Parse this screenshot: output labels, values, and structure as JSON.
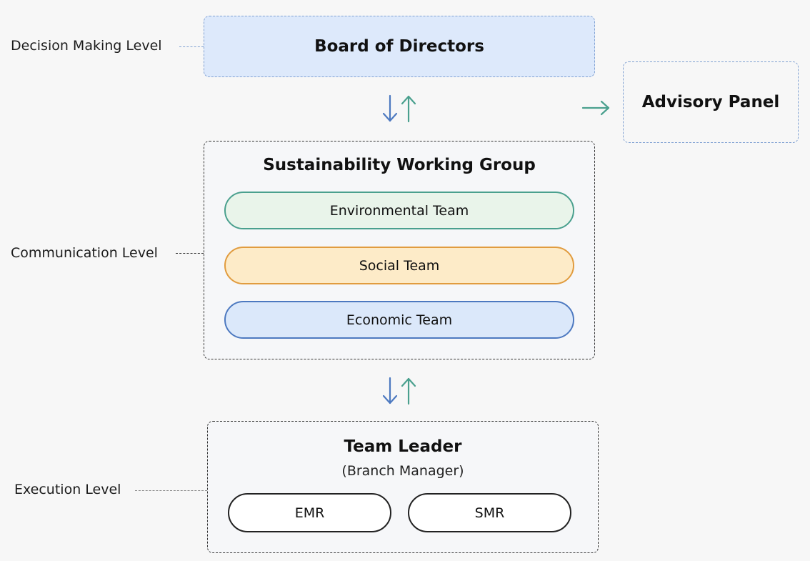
{
  "levels": {
    "decision": "Decision Making Level",
    "communication": "Communication Level",
    "execution": "Execution Level"
  },
  "board": {
    "title": "Board of Directors"
  },
  "advisory": {
    "title": "Advisory Panel"
  },
  "working_group": {
    "title": "Sustainability Working Group",
    "teams": [
      "Environmental Team",
      "Social Team",
      "Economic Team"
    ]
  },
  "execution": {
    "title": "Team Leader",
    "subtitle": "(Branch Manager)",
    "units": [
      "EMR",
      "SMR"
    ]
  },
  "colors": {
    "down_arrow": "#4d79c0",
    "up_arrow": "#4aa08e",
    "side_arrow": "#4aa08e",
    "env_border": "#4aa08e",
    "social_border": "#e19c3f",
    "economic_border": "#4d79c0"
  }
}
